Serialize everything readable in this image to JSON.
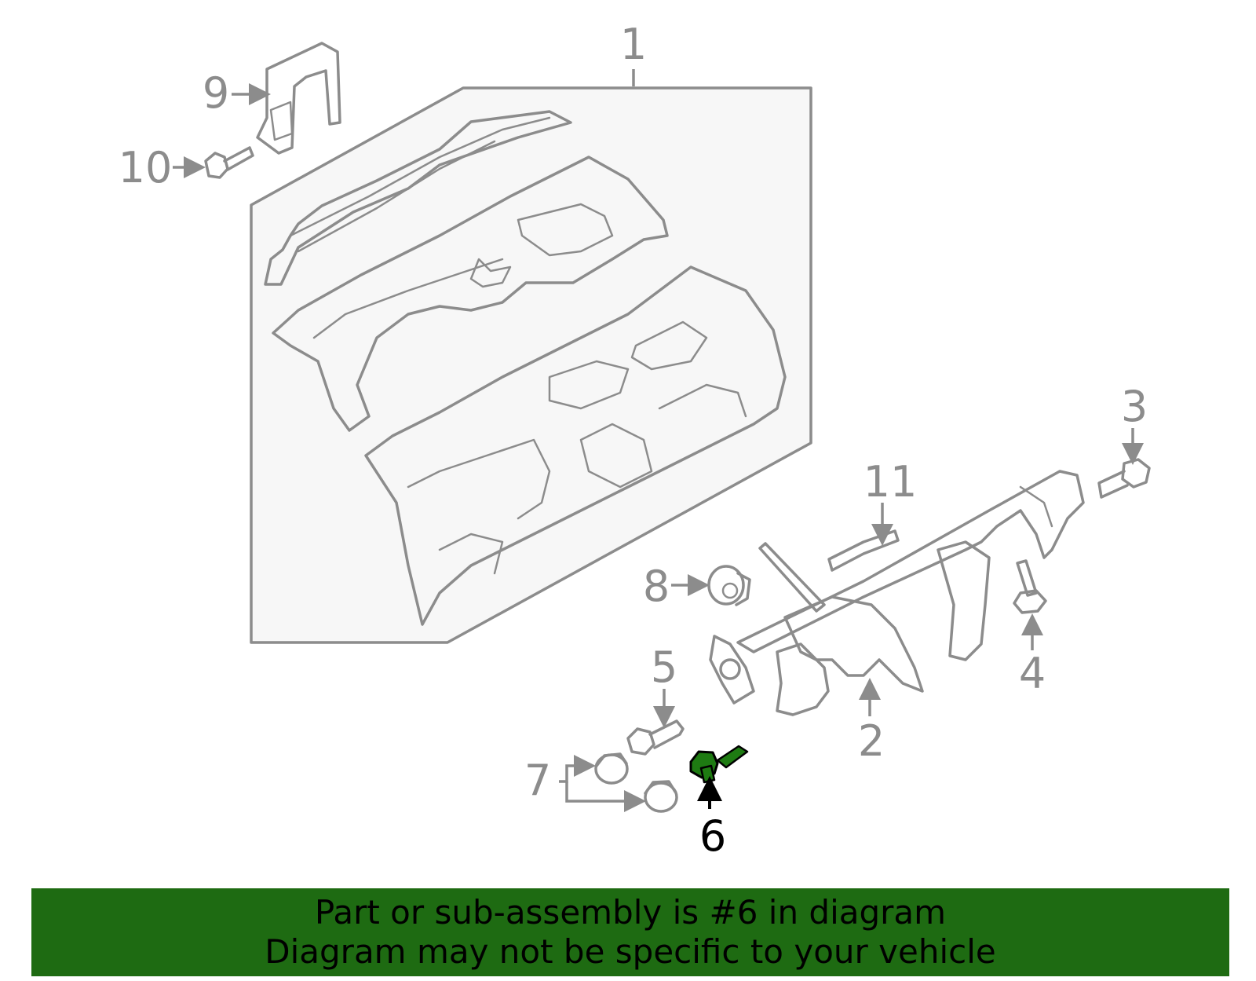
{
  "diagram": {
    "callouts": {
      "c1": "1",
      "c2": "2",
      "c3": "3",
      "c4": "4",
      "c5": "5",
      "c6": "6",
      "c7": "7",
      "c8": "8",
      "c9": "9",
      "c10": "10",
      "c11": "11"
    },
    "highlighted_part": "6",
    "colors": {
      "line": "#8c8c8c",
      "highlight": "#1e7b12",
      "banner": "#1e6b12",
      "panel_fill": "#f7f7f7"
    }
  },
  "banner": {
    "line1": "Part or sub-assembly is #6 in diagram",
    "line2": "Diagram may not be specific to your vehicle"
  }
}
